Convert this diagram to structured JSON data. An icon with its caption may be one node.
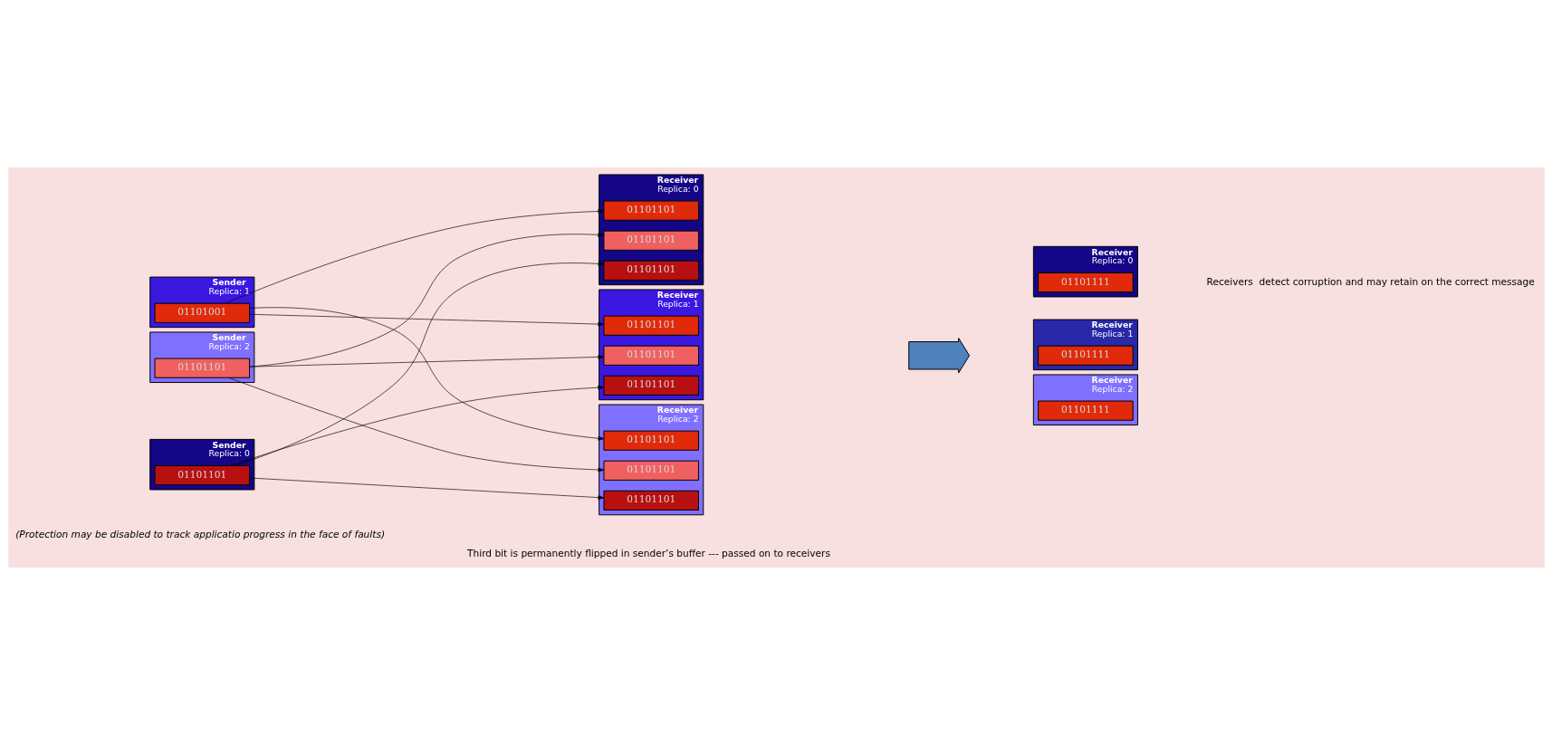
{
  "diagram": {
    "nodes": [
      {
        "text": [
          "Sender",
          "Replica: 0"
        ]
      },
      {
        "text": [
          "01101101"
        ],
        "in": 0
      },
      {
        "text": [
          "Sender",
          "Replica: 1"
        ]
      },
      {
        "text": [
          "01101001"
        ],
        "in": 2
      },
      {
        "text": [
          "Sender",
          "Replica: 2"
        ]
      },
      {
        "text": [
          "01101101"
        ],
        "in": 4
      },
      {
        "text": [
          "Receiver",
          "Replica: 0"
        ]
      },
      {
        "text": [
          "01101101"
        ],
        "in": 6
      },
      {
        "text": [
          "01101101"
        ],
        "in": 6
      },
      {
        "text": [
          "01101101"
        ],
        "in": 6
      },
      {
        "text": [
          "Receiver",
          "Replica: 1"
        ]
      },
      {
        "text": [
          "01101101"
        ],
        "in": 10
      },
      {
        "text": [
          "01101101"
        ],
        "in": 10
      },
      {
        "text": [
          "01101101"
        ],
        "in": 10
      },
      {
        "text": [
          "Receiver",
          "Replica: 2"
        ]
      },
      {
        "text": [
          "01101101"
        ],
        "in": 14
      },
      {
        "text": [
          "01101101"
        ],
        "in": 14
      },
      {
        "text": [
          "01101101"
        ],
        "in": 14
      },
      {
        "text": [],
        "shape": "arrow"
      },
      {
        "text": [
          "Receiver",
          "Replica: 0"
        ]
      },
      {
        "text": [
          "01101111"
        ],
        "in": 19
      },
      {
        "text": [
          "Receiver",
          "Replica: 1"
        ]
      },
      {
        "text": [
          "01101111"
        ],
        "in": 21
      },
      {
        "text": [
          "Receiver",
          "Replica: 2"
        ]
      },
      {
        "text": [
          "01101111"
        ],
        "in": 23
      }
    ],
    "edges": [
      {
        "from": 1,
        "to": 7,
        "arrow": "to"
      },
      {
        "from": 1,
        "to": 11,
        "arrow": "to"
      },
      {
        "from": 1,
        "to": 15,
        "arrow": "to"
      },
      {
        "from": 3,
        "to": 8,
        "arrow": "to"
      },
      {
        "from": 3,
        "to": 12,
        "arrow": "to"
      },
      {
        "from": 3,
        "to": 16,
        "arrow": "to"
      },
      {
        "from": 5,
        "to": 9,
        "arrow": "to"
      },
      {
        "from": 5,
        "to": 13,
        "arrow": "to"
      },
      {
        "from": 5,
        "to": 17,
        "arrow": "to"
      }
    ],
    "labels": [
      "Third bit is permanently flipped in sender’s buffer --- passed on to receivers",
      "Receivers  detect corruption and may retain on the correct message",
      "(Protection may be disabled to track applicatio progress in the face of faults)"
    ]
  }
}
